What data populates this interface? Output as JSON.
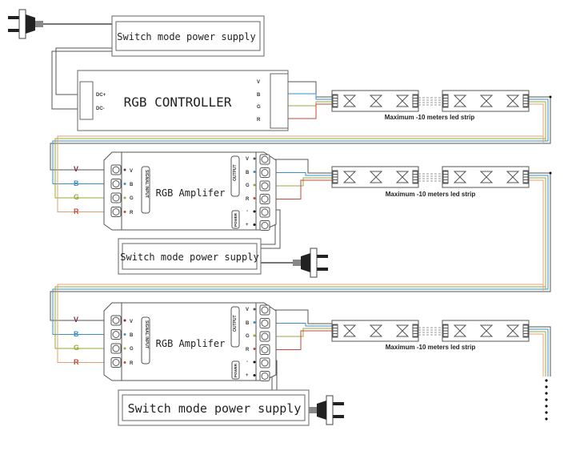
{
  "psu_label": "Switch mode power supply",
  "controller": {
    "title": "RGB CONTROLLER",
    "inputs": [
      "DC+",
      "DC-"
    ],
    "outputs": [
      "V",
      "B",
      "G",
      "R"
    ]
  },
  "amplifier": {
    "title": "RGB Amplifer",
    "signal_input_label": "SIGNAL INPUT",
    "output_label": "OUTPUT",
    "power_label": "POWER",
    "input_pins": [
      "V",
      "B",
      "G",
      "R"
    ],
    "output_pins": [
      "V",
      "B",
      "G",
      "R",
      "-",
      "+"
    ]
  },
  "wire_labels": [
    "V",
    "B",
    "G",
    "R"
  ],
  "strip_label": "Maximum -10 meters led strip",
  "colors": {
    "line": "#555555",
    "V": "#7a2a4a",
    "B": "#3a8fc8",
    "G": "#9aaa3a",
    "R": "#c04a3a",
    "wire_orange": "#e0a070"
  }
}
